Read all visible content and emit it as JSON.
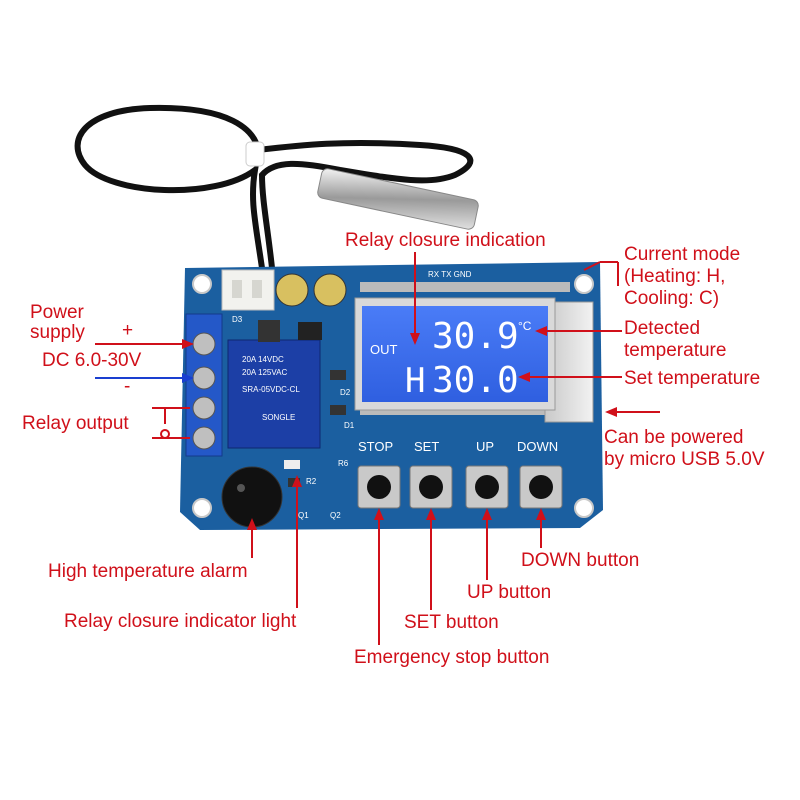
{
  "annotations": {
    "relay_closure_indication": "Relay closure indication",
    "current_mode_line1": "Current mode",
    "current_mode_line2": "(Heating: H,",
    "current_mode_line3": "Cooling: C)",
    "detected_temp_line1": "Detected",
    "detected_temp_line2": "temperature",
    "set_temperature": "Set temperature",
    "usb_line1": "Can be powered",
    "usb_line2": "by micro USB 5.0V",
    "power_line1": "Power",
    "power_line2": "supply",
    "plus_sign": "+",
    "dc_range": "DC 6.0-30V",
    "minus_sign": "-",
    "relay_output": "Relay output",
    "high_temp_alarm": "High temperature alarm",
    "relay_indicator_light": "Relay closure indicator light",
    "set_button": "SET button",
    "emergency_stop": "Emergency stop button",
    "up_button": "UP button",
    "down_button": "DOWN button"
  },
  "board": {
    "button_labels": [
      "STOP",
      "SET",
      "UP",
      "DOWN"
    ],
    "header_pins": "RX TX GND",
    "relay_text": [
      "20A 14VDC",
      "20A 125VAC",
      "SRA-05VDC-CL"
    ],
    "relay_brand": "SONGLE",
    "silk_d3": "D3",
    "silk_d1": "D1",
    "silk_d2": "D2",
    "silk_r6": "R6",
    "silk_r2": "R2",
    "silk_q1": "Q1",
    "silk_q2": "Q2"
  },
  "lcd": {
    "out_label": "OUT",
    "detected_value": "30.9",
    "unit": "°C",
    "mode_letter": "H",
    "set_value": "30.0"
  },
  "colors": {
    "pcb": "#1b5fa0",
    "lcd": "#3b6ff0",
    "annotation_red": "#d0101a",
    "power_plus": "#d0101a",
    "power_minus": "#1a3fd0",
    "terminal_block": "#2458c8",
    "relay": "#1c3fa6"
  }
}
